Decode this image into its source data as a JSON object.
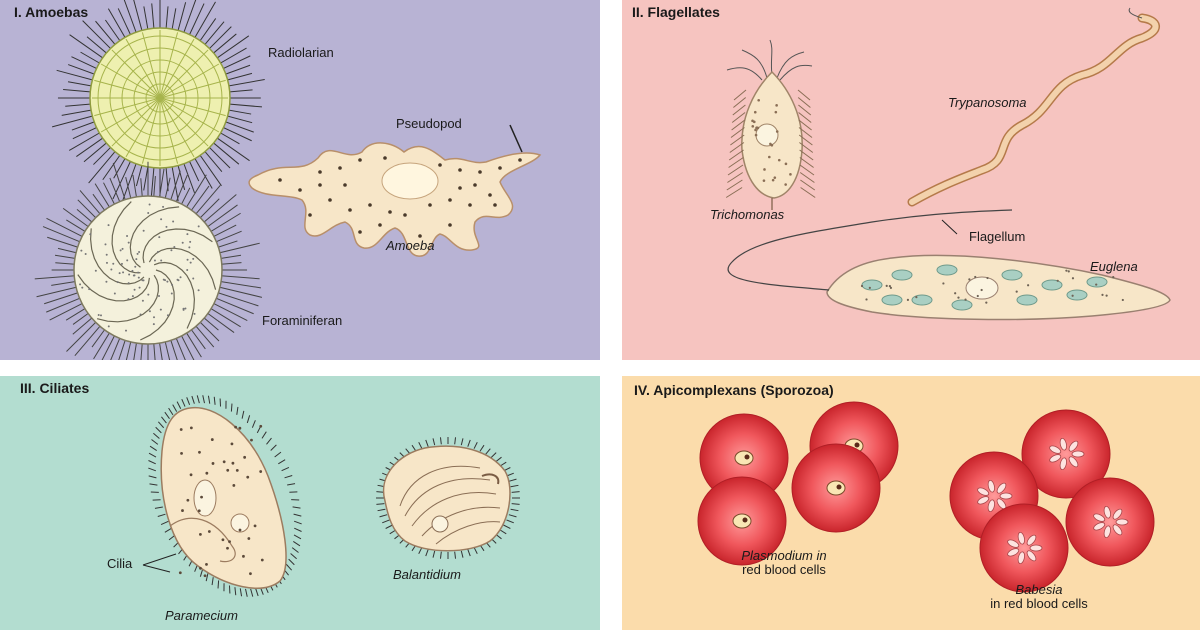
{
  "panels": {
    "amoebas": {
      "title": "I. Amoebas",
      "labels": {
        "radiolarian": "Radiolarian",
        "pseudopod": "Pseudopod",
        "amoeba": "Amoeba",
        "foraminiferan": "Foraminiferan"
      }
    },
    "flagellates": {
      "title": "II. Flagellates",
      "labels": {
        "trypanosoma": "Trypanosoma",
        "trichomonas": "Trichomonas",
        "flagellum": "Flagellum",
        "euglena": "Euglena"
      }
    },
    "ciliates": {
      "title": "III. Ciliates",
      "labels": {
        "cilia": "Cilia",
        "paramecium": "Paramecium",
        "balantidium": "Balantidium"
      }
    },
    "apicomplexans": {
      "title": "IV. Apicomplexans (Sporozoa)",
      "labels": {
        "plasmodium_line1": "Plasmodium in",
        "plasmodium_line2": "red blood cells",
        "babesia_line1": "Babesia",
        "babesia_line2": "in red blood cells"
      }
    }
  },
  "colors": {
    "amoebas_bg": "#b8b3d4",
    "flagellates_bg": "#f6c4c0",
    "ciliates_bg": "#b3ddd0",
    "apicomplexans_bg": "#fbdcab",
    "cell_body": "#f7e6c8",
    "red_blood_cell": "#e0353b"
  }
}
